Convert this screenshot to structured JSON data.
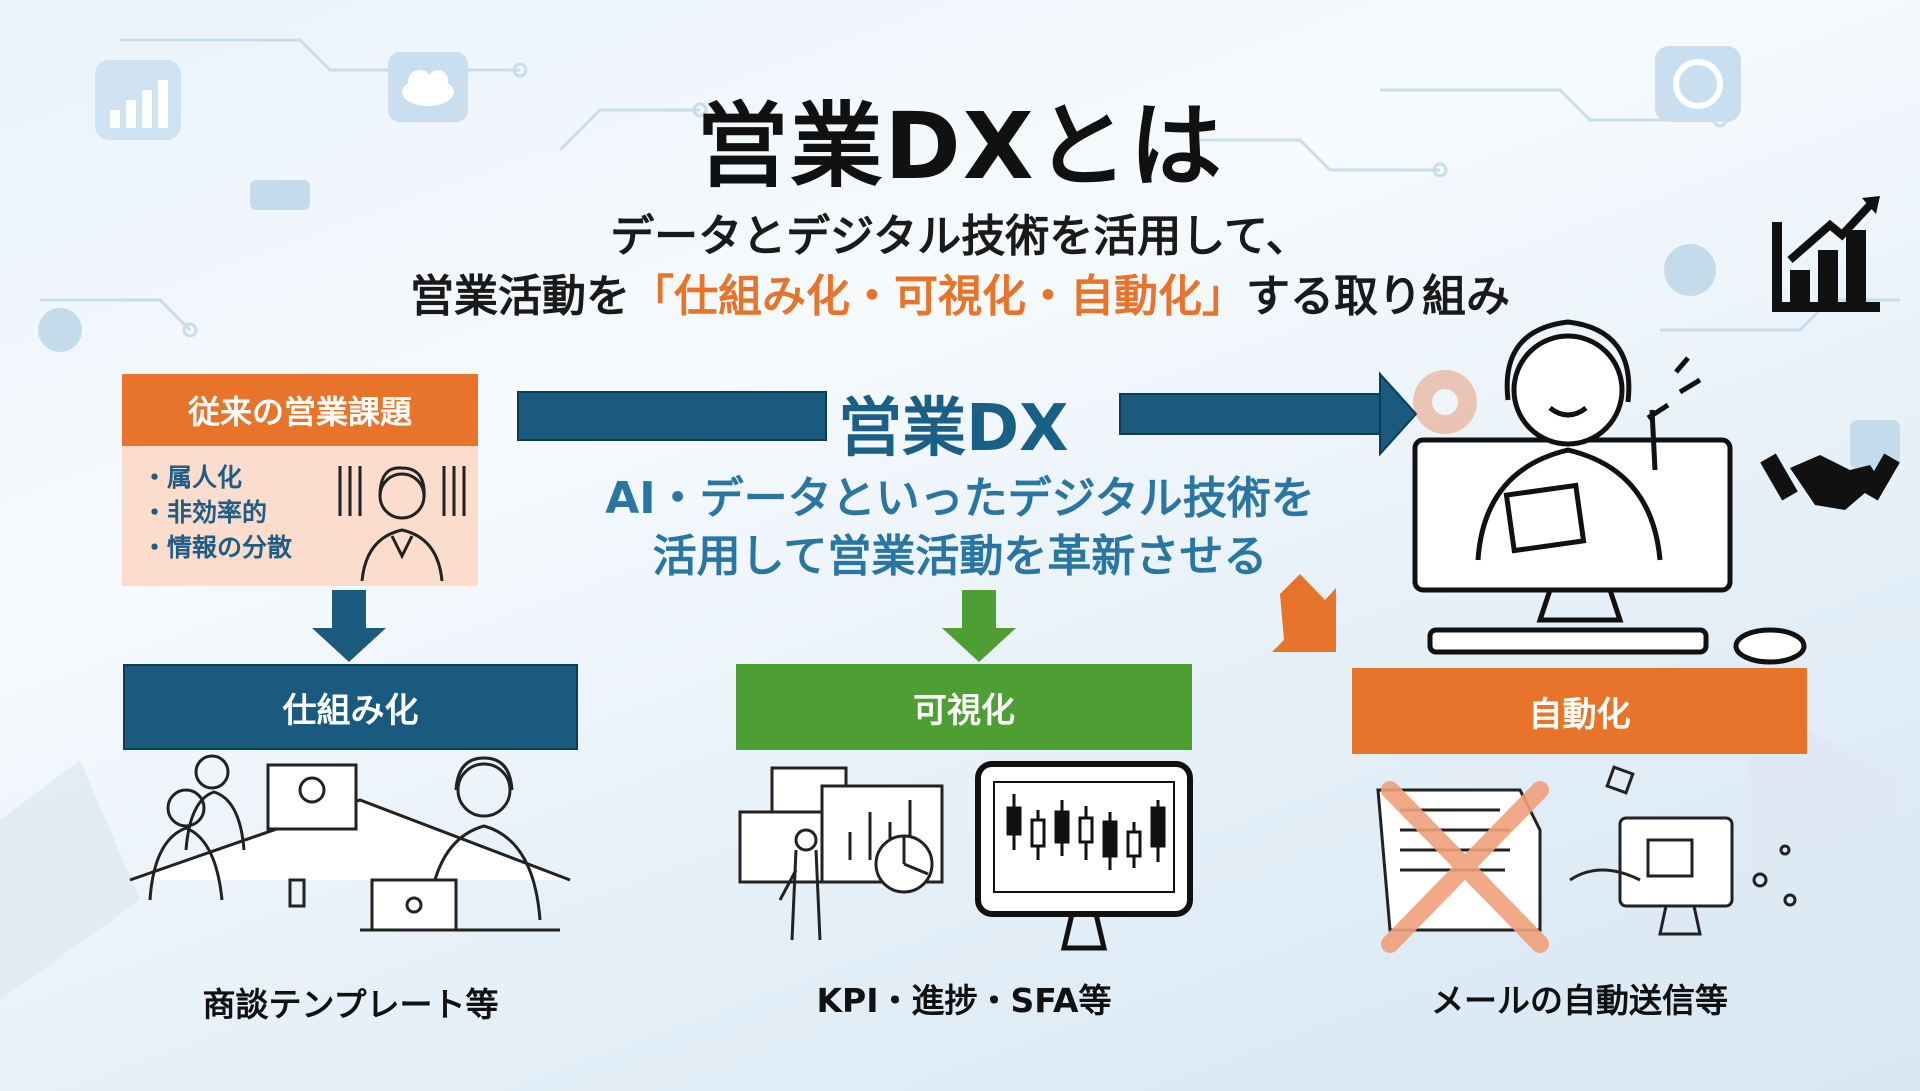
{
  "title": "営業DXとは",
  "subtitle": {
    "line1": "データとデジタル技術を活用して、",
    "line2_prefix": "営業活動を",
    "line2_highlight": "「仕組み化・可視化・自動化」",
    "line2_suffix": "する取り組み"
  },
  "issues": {
    "heading": "従来の営業課題",
    "items": [
      "属人化",
      "非効率的",
      "情報の分散"
    ]
  },
  "dx": {
    "label": "営業DX",
    "desc_line1": "AI・データといったデジタル技術を",
    "desc_line2": "活用して営業活動を革新させる"
  },
  "categories": [
    {
      "label": "仕組み化",
      "caption": "商談テンプレート等",
      "color": "#1b5a7f"
    },
    {
      "label": "可視化",
      "caption": "KPI・進捗・SFA等",
      "color": "#4d9f33"
    },
    {
      "label": "自動化",
      "caption": "メールの自動送信等",
      "color": "#e8742c"
    }
  ],
  "colors": {
    "accent": "#e8742c",
    "navy": "#1b5a7f",
    "green": "#4d9f33",
    "text_blue": "#2a76a3"
  },
  "icons": [
    "bar-chart-icon",
    "cloud-icon",
    "gear-icon",
    "handshake-icon",
    "refresh-icon",
    "monitor-icon",
    "candlestick-chart-icon"
  ]
}
